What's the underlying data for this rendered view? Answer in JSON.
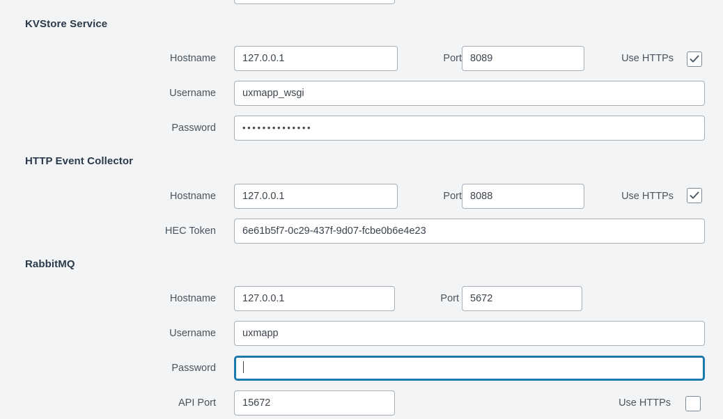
{
  "theme": {
    "page_background": "#f2f4f6",
    "input_background": "#ffffff",
    "input_border": "#a6aeb7",
    "focus_border": "#1a7ab0",
    "header_text": "#2b3a4a",
    "label_text": "#4a545e"
  },
  "sections": [
    {
      "id": "kvstore",
      "title": "KVStore Service",
      "rows": [
        {
          "label": "Hostname",
          "value": "127.0.0.1",
          "port_label": "Port",
          "port_value": "8089",
          "https_label": "Use HTTPs",
          "https_checked": true
        },
        {
          "label": "Username",
          "value": "uxmapp_wsgi"
        },
        {
          "label": "Password",
          "value": "••••••••••••••"
        }
      ]
    },
    {
      "id": "hec",
      "title": "HTTP Event Collector",
      "rows": [
        {
          "label": "Hostname",
          "value": "127.0.0.1",
          "port_label": "Port",
          "port_value": "8088",
          "https_label": "Use HTTPs",
          "https_checked": true
        },
        {
          "label": "HEC Token",
          "value": "6e61b5f7-0c29-437f-9d07-fcbe0b6e4e23"
        }
      ]
    },
    {
      "id": "rabbitmq",
      "title": "RabbitMQ",
      "rows": [
        {
          "label": "Hostname",
          "value": "127.0.0.1",
          "port_label": "Port",
          "port_value": "5672"
        },
        {
          "label": "Username",
          "value": "uxmapp"
        },
        {
          "label": "Password",
          "value": "",
          "focused": true
        },
        {
          "label": "API Port",
          "value": "15672",
          "https_label": "Use HTTPs",
          "https_checked": false
        }
      ]
    }
  ]
}
